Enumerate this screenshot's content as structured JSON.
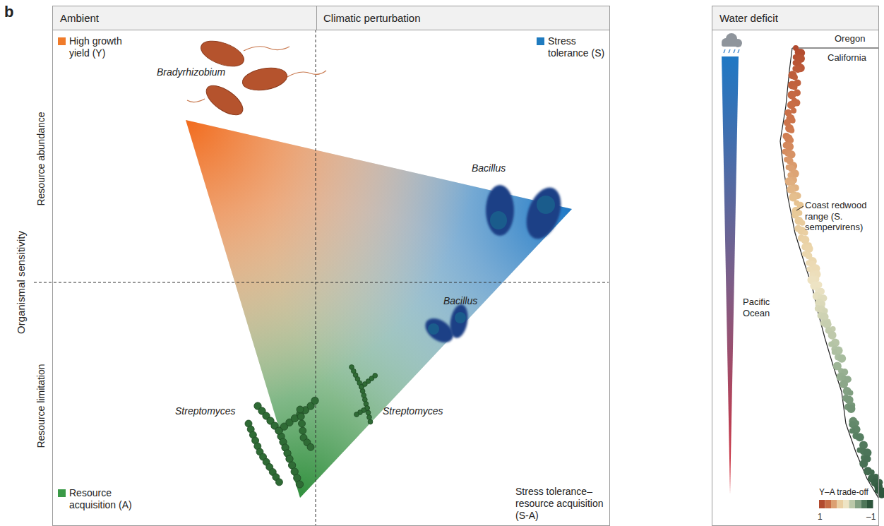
{
  "diagram": {
    "nodes": [
      {
        "text": [
          "Ambient",
          "Climatic perturbation"
        ]
      },
      {
        "text": [
          "Water deficit"
        ]
      }
    ],
    "labels": [
      "b",
      "Organismal sensitivity",
      "Resource abundance",
      "Resource limitation",
      "Bradyrhizobium",
      "Bacillus",
      "Bacillus",
      "Streptomyces",
      "Streptomyces",
      "Stress tolerance–resource acquisition (S-A)",
      "Oregon",
      "California",
      "Pacific Ocean",
      "Coast redwood range (S. sempervirens)",
      "Y–A trade-off",
      "1",
      "–1"
    ],
    "legend": [
      {
        "text": "High growth yield (Y)",
        "color": "#f07b2a"
      },
      {
        "text": "Stress tolerance (S)",
        "color": "#1f7bbf"
      },
      {
        "text": "Resource acquisition (A)",
        "color": "#3a9a47"
      }
    ]
  }
}
